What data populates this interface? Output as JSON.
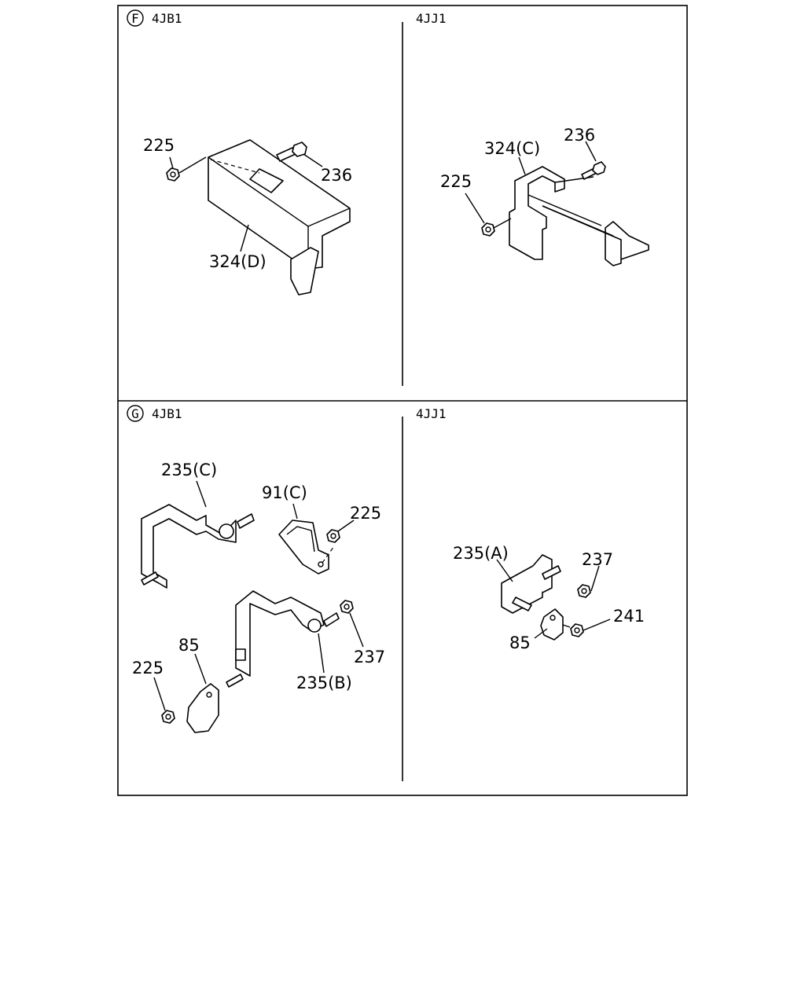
{
  "sections": {
    "f": {
      "marker": "F",
      "left_model": "4JB1",
      "right_model": "4JJ1",
      "left_labels": [
        "225",
        "236",
        "324(D)"
      ],
      "right_labels": [
        "324(C)",
        "236",
        "225"
      ]
    },
    "g": {
      "marker": "G",
      "left_model": "4JB1",
      "right_model": "4JJ1",
      "left_labels": [
        "235(C)",
        "91(C)",
        "225",
        "85",
        "225",
        "237",
        "235(B)"
      ],
      "right_labels": [
        "235(A)",
        "237",
        "241",
        "85"
      ]
    }
  }
}
